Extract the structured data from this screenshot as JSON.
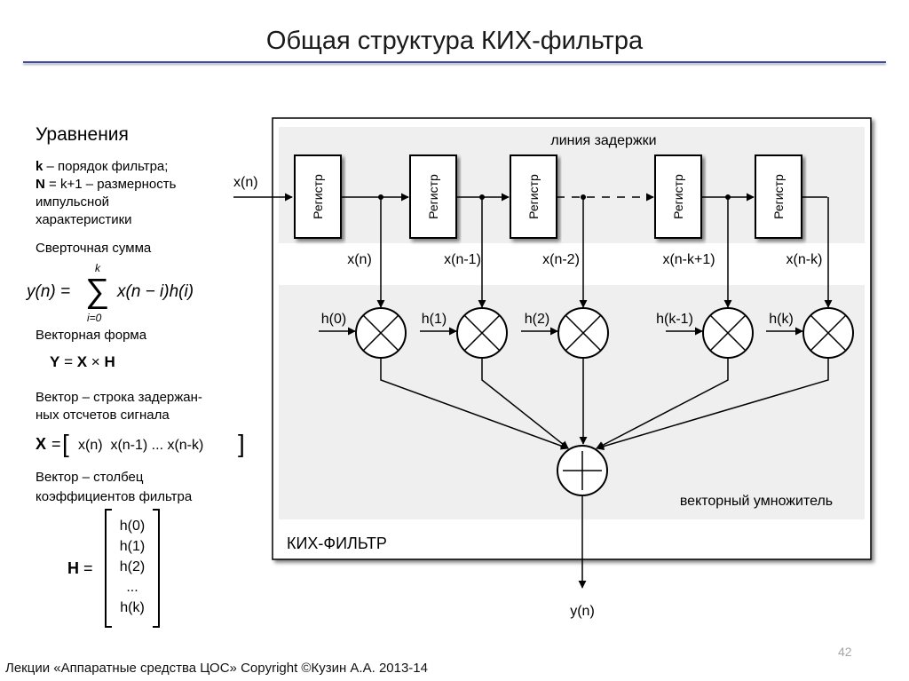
{
  "slide": {
    "title": "Общая структура КИХ-фильтра",
    "footer": "Лекции «Аппаратные средства ЦОС» Copyright ©Кузин А.А. 2013-14",
    "page_number": "42"
  },
  "left_panel": {
    "heading": "Уравнения",
    "k_symbol": "k",
    "k_desc": " – порядок фильтра;",
    "n_symbol": "N",
    "n_desc": " = k+1 – размерность",
    "n_desc2": "импульсной",
    "n_desc3": "характеристики",
    "conv_label": "Сверточная сумма",
    "formula_lhs": "y(n) =",
    "sum_symbol": "∑",
    "sum_upper": "k",
    "sum_lower": "i=0",
    "formula_rhs": "x(n − i)h(i)",
    "vector_form_label": "Векторная форма",
    "vector_eq_Y": "Y",
    "vector_eq_mid": " = ",
    "vector_eq_X": "X",
    "vector_eq_times": " × ",
    "vector_eq_H": "H",
    "row_vector_label_1": "Вектор – строка задержан-",
    "row_vector_label_2": "ных отсчетов сигнала",
    "x_symbol": "X",
    "x_equals": "=",
    "x_open": "[",
    "x_contents": "x(n)  x(n-1) ... x(n-k)",
    "x_close": "]",
    "col_vector_label_1": "Вектор – столбец",
    "col_vector_label_2": "коэффициентов фильтра",
    "h_symbol": "H",
    "h_equals": "=",
    "h_entries": [
      "h(0)",
      "h(1)",
      "h(2)",
      "...",
      "h(k)"
    ]
  },
  "diagram": {
    "input_label": "x(n)",
    "delay_line_label": "линия задержки",
    "register_label": "Регистр",
    "taps": [
      "x(n)",
      "x(n-1)",
      "x(n-2)",
      "x(n-k+1)",
      "x(n-k)"
    ],
    "coefficients": [
      "h(0)",
      "h(1)",
      "h(2)",
      "h(k-1)",
      "h(k)"
    ],
    "multiplier_label": "векторный умножитель",
    "filter_label": "КИХ-ФИЛЬТР",
    "output_label": "y(n)",
    "multiplier_symbol": "×",
    "adder_symbol": "+"
  }
}
